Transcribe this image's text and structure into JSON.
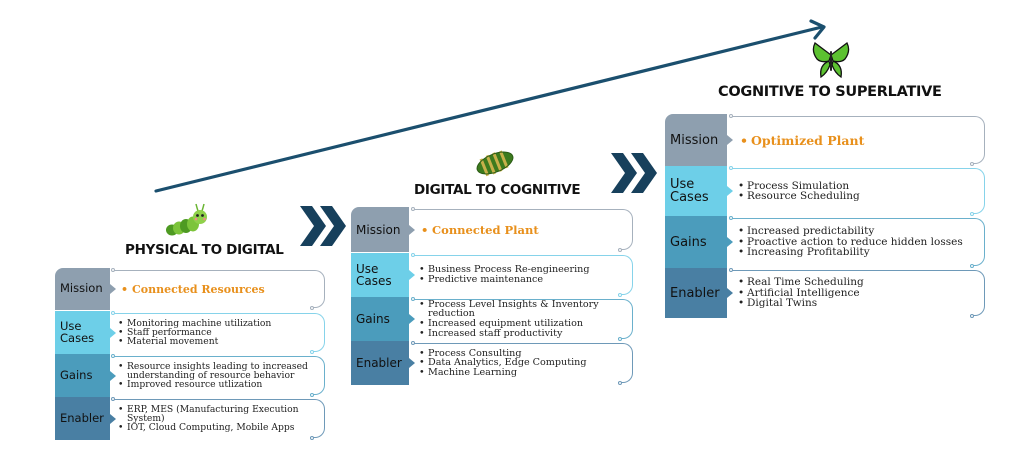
{
  "diagram": {
    "colors": {
      "arrow": "#1b4f6e",
      "chevron": "#17405c",
      "mission_label": "#8e9faf",
      "use_cases_label": "#6dcfe8",
      "gains_label": "#4b9cbc",
      "enabler_label": "#497fa3",
      "mission_text": "#e8901c"
    },
    "progress_arrow_icon": "trending-up-arrow",
    "transition_icon": "double-chevron-right",
    "stages": [
      {
        "title": "PHYSICAL TO DIGITAL",
        "icon": "caterpillar-icon",
        "row_labels": {
          "mission": "Mission",
          "use_cases_1": "Use",
          "use_cases_2": "Cases",
          "gains": "Gains",
          "enabler": "Enabler"
        },
        "mission": "Connected Resources",
        "use_cases": [
          "Monitoring machine utilization",
          "Staff performance",
          "Material movement"
        ],
        "gains": [
          "Resource insights leading to increased understanding of resource behavior",
          "Improved resource utlization"
        ],
        "enabler": [
          "ERP, MES (Manufacturing Execution System)",
          "IOT, Cloud Computing, Mobile Apps"
        ]
      },
      {
        "title": "DIGITAL TO COGNITIVE",
        "icon": "cocoon-icon",
        "row_labels": {
          "mission": "Mission",
          "use_cases_1": "Use",
          "use_cases_2": "Cases",
          "gains": "Gains",
          "enabler": "Enabler"
        },
        "mission": "Connected Plant",
        "use_cases": [
          "Business Process Re-engineering",
          "Predictive maintenance"
        ],
        "gains": [
          "Process Level Insights & Inventory reduction",
          "Increased equipment utilization",
          "Increased staff productivity"
        ],
        "enabler": [
          "Process Consulting",
          "Data Analytics, Edge Computing",
          "Machine Learning"
        ]
      },
      {
        "title": "COGNITIVE TO SUPERLATIVE",
        "icon": "butterfly-icon",
        "row_labels": {
          "mission": "Mission",
          "use_cases_1": "Use",
          "use_cases_2": "Cases",
          "gains": "Gains",
          "enabler": "Enabler"
        },
        "mission": "Optimized Plant",
        "use_cases": [
          "Process Simulation",
          "Resource Scheduling"
        ],
        "gains": [
          "Increased predictability",
          "Proactive action to reduce hidden losses",
          "Increasing Profitability"
        ],
        "enabler": [
          "Real Time Scheduling",
          "Artificial Intelligence",
          "Digital Twins"
        ]
      }
    ]
  }
}
